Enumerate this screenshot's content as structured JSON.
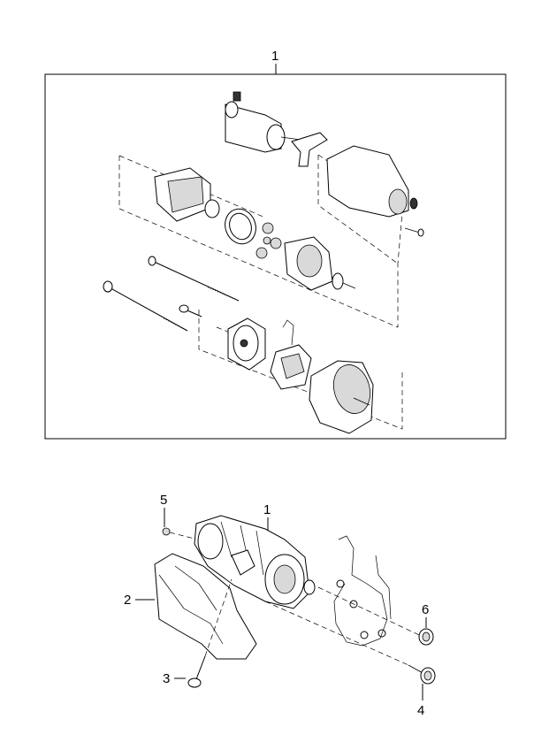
{
  "callouts": {
    "assembly_top": "1",
    "starter_bottom": "1",
    "cover": "2",
    "bolt_small": "3",
    "bolt_large": "4",
    "nut_top": "5",
    "nut_right": "6"
  }
}
